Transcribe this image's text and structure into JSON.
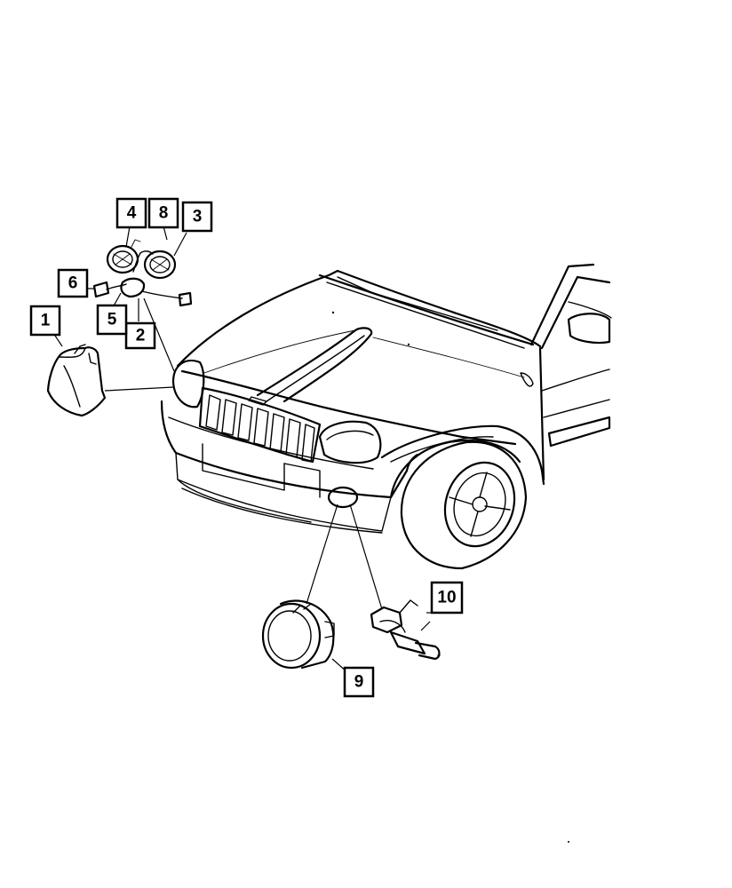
{
  "callouts": [
    {
      "id": "1",
      "label": "1"
    },
    {
      "id": "2",
      "label": "2"
    },
    {
      "id": "3",
      "label": "3"
    },
    {
      "id": "4",
      "label": "4"
    },
    {
      "id": "5",
      "label": "5"
    },
    {
      "id": "6",
      "label": "6"
    },
    {
      "id": "8",
      "label": "8"
    },
    {
      "id": "9",
      "label": "9"
    },
    {
      "id": "10",
      "label": "10"
    }
  ],
  "colors": {
    "line": "#000000",
    "background": "#ffffff"
  }
}
